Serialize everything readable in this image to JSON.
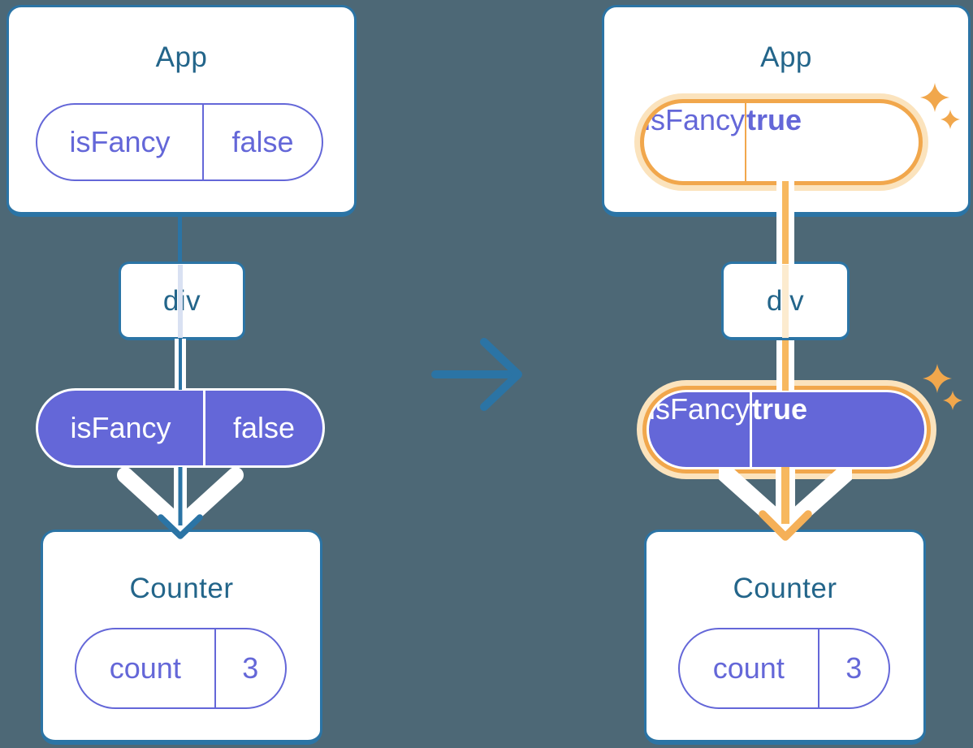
{
  "colors": {
    "background": "#4D6876",
    "teal": "#2B74A5",
    "title_text": "#23658A",
    "purple": "#6467D8",
    "orange": "#F1A74C",
    "orange_line": "#F7B85F",
    "pale_orange": "#FBE3BD",
    "peach": "#FCEBCF",
    "lavender": "#D9E1F2",
    "white": "#FFFFFF"
  },
  "before": {
    "app": {
      "title": "App",
      "prop_name": "isFancy",
      "prop_value": "false"
    },
    "container": {
      "label": "div"
    },
    "passed_prop": {
      "name": "isFancy",
      "value": "false"
    },
    "counter": {
      "title": "Counter",
      "state_name": "count",
      "state_value": "3"
    }
  },
  "after": {
    "app": {
      "title": "App",
      "prop_name": "isFancy",
      "prop_value": "true"
    },
    "container": {
      "label": "div"
    },
    "passed_prop": {
      "name": "isFancy",
      "value": "true"
    },
    "counter": {
      "title": "Counter",
      "state_name": "count",
      "state_value": "3"
    }
  }
}
